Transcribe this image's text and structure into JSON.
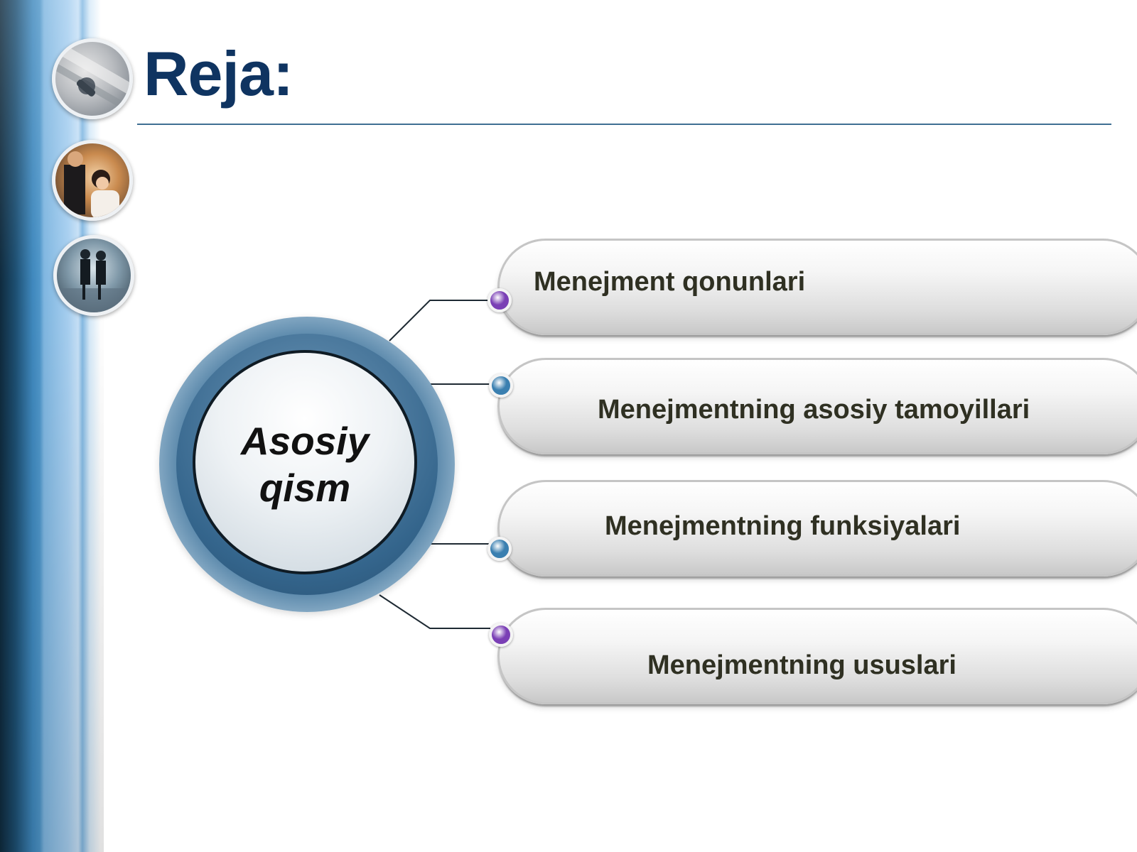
{
  "slide": {
    "title": "Reja:",
    "center": {
      "line1": "Asosiy",
      "line2": "qism"
    },
    "items": [
      {
        "label": "Menejment qonunlari",
        "bullet_color": "#7a3fb5"
      },
      {
        "label": "Menejmentning asosiy tamoyillari",
        "bullet_color": "#3a7fb0"
      },
      {
        "label": "Menejmentning funksiyalari",
        "bullet_color": "#3a7fb0"
      },
      {
        "label": "Menejmentning ususlari",
        "bullet_color": "#7a3fb5"
      }
    ]
  },
  "colors": {
    "title": "#0f3461",
    "accent_blue": "#3a7fb0",
    "accent_purple": "#7a3fb5",
    "stripe_dark": "#1d4f72"
  },
  "icons": [
    "photo-handshake",
    "photo-business-meeting",
    "photo-businessmen-walking"
  ]
}
